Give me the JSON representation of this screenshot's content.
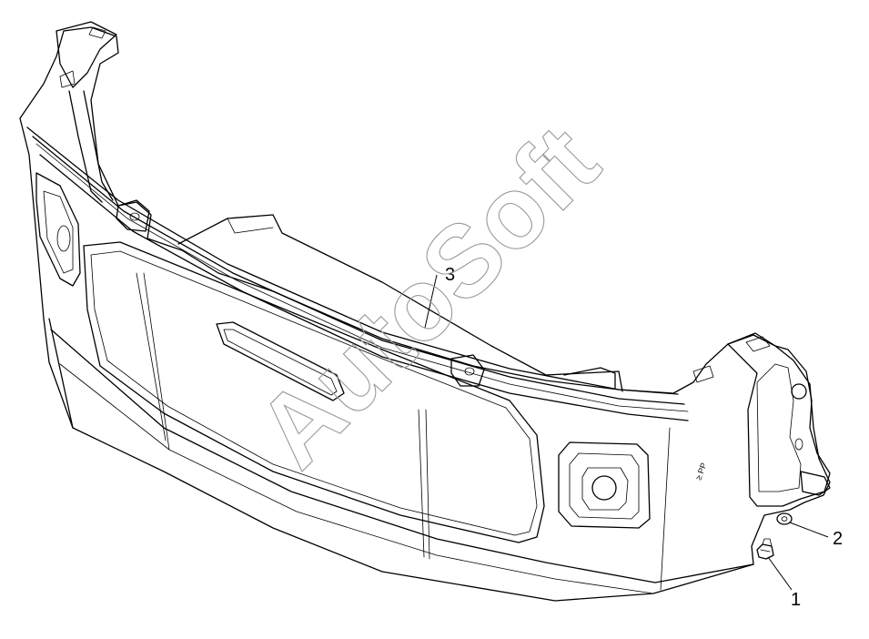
{
  "diagram": {
    "watermark": "AutoSoft",
    "callouts": [
      {
        "id": "1",
        "label": "1",
        "part": "bolt"
      },
      {
        "id": "2",
        "label": "2",
        "part": "washer"
      },
      {
        "id": "3",
        "label": "3",
        "part": "bumper"
      }
    ],
    "stamp_text": "≥ PP"
  },
  "colors": {
    "line": "#000000",
    "watermark": "#9a9a9a",
    "background": "#ffffff"
  }
}
